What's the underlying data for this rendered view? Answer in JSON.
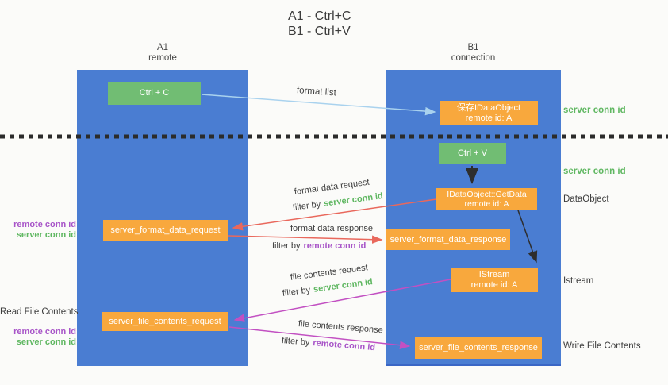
{
  "title": {
    "line1": "A1 - Ctrl+C",
    "line2": "B1 - Ctrl+V"
  },
  "lifelines": {
    "left": {
      "name": "A1",
      "role": "remote"
    },
    "right": {
      "name": "B1",
      "role": "connection"
    }
  },
  "nodes": {
    "ctrl_c": {
      "label": "Ctrl + C"
    },
    "ctrl_v": {
      "label": "Ctrl + V"
    },
    "save_dataobject": {
      "line1": "保存IDataObject",
      "line2": "remote id: A"
    },
    "getdata": {
      "line1": "IDataObject::GetData",
      "line2": "remote id: A"
    },
    "istream": {
      "line1": "IStream",
      "line2": "remote id: A"
    },
    "format_request": {
      "label": "server_format_data_request"
    },
    "format_response": {
      "label": "server_format_data_response"
    },
    "file_request": {
      "label": "server_file_contents_request"
    },
    "file_response": {
      "label": "server_file_contents_response"
    }
  },
  "labels": {
    "format_list": "format list",
    "format_data_request": "format data request",
    "format_data_response": "format data response",
    "file_contents_request": "file contents request",
    "file_contents_response": "file contents response",
    "filter_by": "filter by",
    "server_conn_id": "server conn id",
    "remote_conn_id": "remote conn id",
    "dataobject": "DataObject",
    "istream": "Istream",
    "read_file_contents": "Read File Contents",
    "write_file_contents": "Write File Contents"
  },
  "colors": {
    "lifeline_blue": "#4a7dd2",
    "node_green": "#71bd73",
    "node_orange": "#f8a83d",
    "arrow_light_blue": "#a9d2ee",
    "arrow_red": "#e9685c",
    "arrow_magenta": "#c250c2",
    "arrow_black": "#2e2e2e",
    "text_green": "#5fb761",
    "text_purple": "#a855c8"
  }
}
